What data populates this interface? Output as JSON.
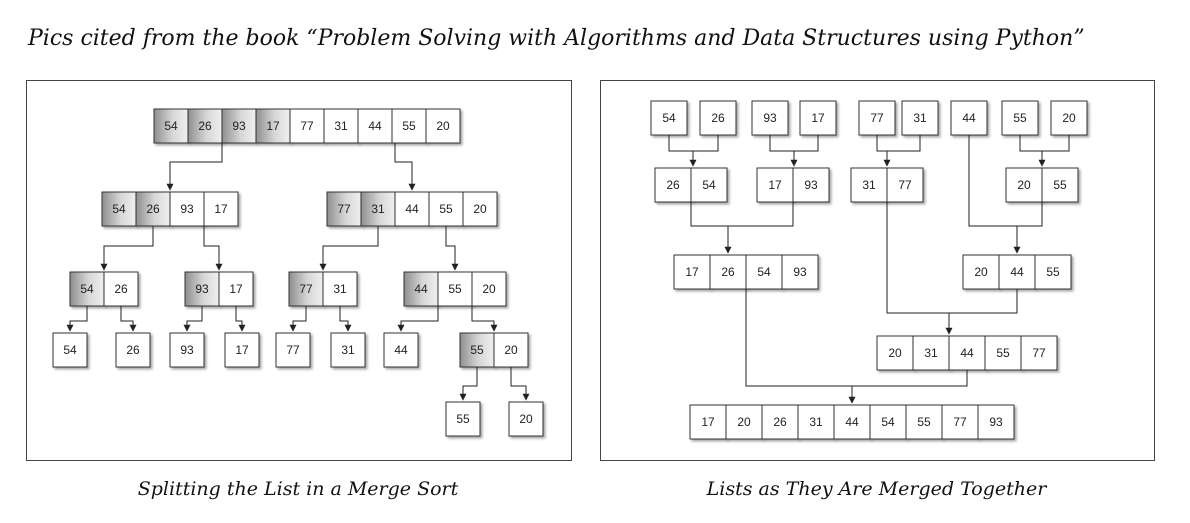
{
  "title": "Pics cited from the book “Problem Solving with Algorithms and Data Structures using Python”",
  "left_panel": {
    "caption": "Splitting the List in a Merge Sort",
    "levels": [
      [
        [
          54,
          26,
          93,
          17,
          77,
          31,
          44,
          55,
          20
        ]
      ],
      [
        [
          54,
          26,
          93,
          17
        ],
        [
          77,
          31,
          44,
          55,
          20
        ]
      ],
      [
        [
          54,
          26
        ],
        [
          93,
          17
        ],
        [
          77,
          31
        ],
        [
          44,
          55,
          20
        ]
      ],
      [
        [
          54
        ],
        [
          26
        ],
        [
          93
        ],
        [
          17
        ],
        [
          77
        ],
        [
          31
        ],
        [
          44
        ],
        [
          55,
          20
        ]
      ],
      [
        [
          55
        ],
        [
          20
        ]
      ]
    ]
  },
  "right_panel": {
    "caption": "Lists as They Are Merged Together",
    "levels": [
      [
        [
          54
        ],
        [
          26
        ],
        [
          93
        ],
        [
          17
        ],
        [
          77
        ],
        [
          31
        ],
        [
          44
        ],
        [
          55
        ],
        [
          20
        ]
      ],
      [
        [
          26,
          54
        ],
        [
          17,
          93
        ],
        [
          31,
          77
        ],
        [
          20,
          55
        ]
      ],
      [
        [
          17,
          26,
          54,
          93
        ],
        [
          20,
          44,
          55
        ]
      ],
      [
        [
          20,
          31,
          44,
          55,
          77
        ]
      ],
      [
        [
          17,
          20,
          26,
          31,
          44,
          54,
          55,
          77,
          93
        ]
      ]
    ]
  }
}
